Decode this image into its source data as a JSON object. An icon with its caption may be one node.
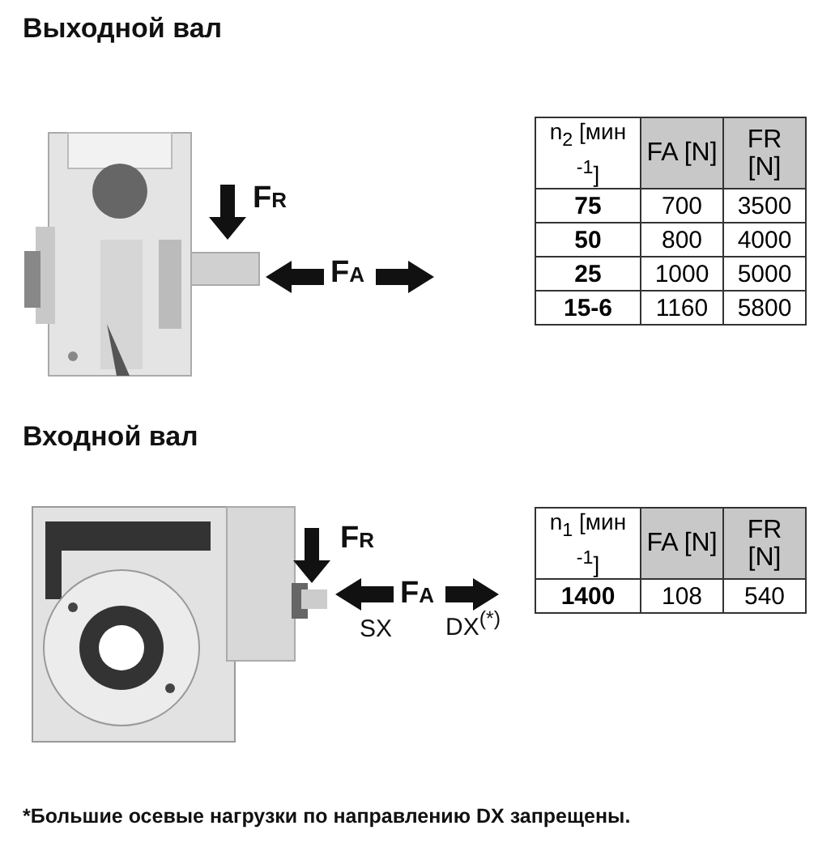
{
  "diagram": {
    "labels": [
      "Выходной вал",
      "F$_{R}$",
      "F$_{A}$",
      "n$_{2}$ [мин $^{-1}$]",
      "FA [N]",
      "FR [N]",
      "75",
      "700",
      "3500",
      "50",
      "800",
      "4000",
      "25",
      "1000",
      "5000",
      "15-6",
      "1160",
      "5800",
      "Входной вал",
      "F$_{R}$",
      "F$_{A}$",
      "SX",
      "DX$^{(*)}$",
      "n$_{1}$ [мин $^{-1}$]",
      "FA [N]",
      "FR [N]",
      "1400",
      "108",
      "540",
      "*Большие осевые нагрузки по направлению DX запрещены."
    ]
  }
}
